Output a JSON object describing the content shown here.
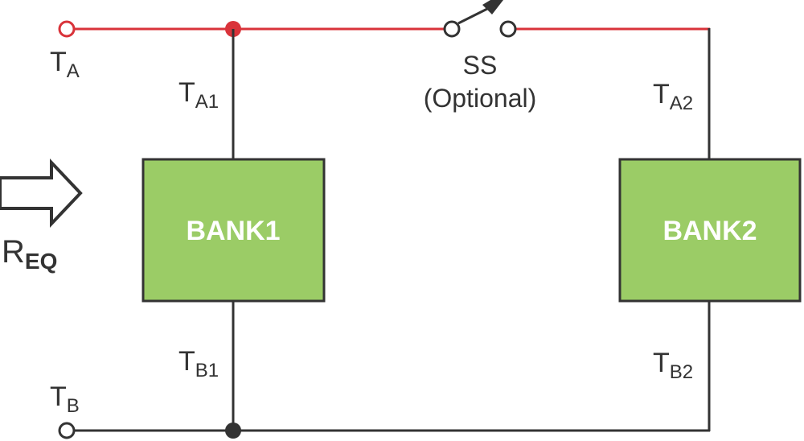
{
  "colors": {
    "hot_wire": "#d9333a",
    "wire": "#333333",
    "bank_fill": "#9bcc66",
    "bank_border": "#333333",
    "bank_text": "#ffffff",
    "background": "#ffffff"
  },
  "terminals": {
    "ta": {
      "main": "T",
      "sub": "A"
    },
    "tb": {
      "main": "T",
      "sub": "B"
    },
    "ta1": {
      "main": "T",
      "sub": "A1"
    },
    "ta2": {
      "main": "T",
      "sub": "A2"
    },
    "tb1": {
      "main": "T",
      "sub": "B1"
    },
    "tb2": {
      "main": "T",
      "sub": "B2"
    }
  },
  "switch": {
    "label": "SS",
    "note": "(Optional)"
  },
  "banks": [
    {
      "label": "BANK1"
    },
    {
      "label": "BANK2"
    }
  ],
  "req": {
    "main": "R",
    "sub": "EQ"
  },
  "icons": {
    "arrow": "hollow-right-arrow",
    "switch": "spst-switch"
  }
}
